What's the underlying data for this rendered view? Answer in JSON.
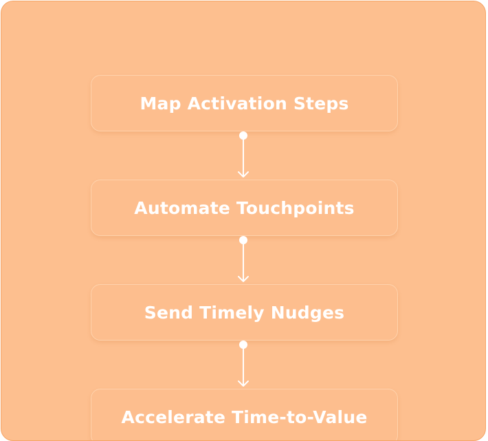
{
  "flow": {
    "steps": [
      {
        "label": "Map Activation Steps"
      },
      {
        "label": "Automate Touchpoints"
      },
      {
        "label": "Send Timely Nudges"
      },
      {
        "label": "Accelerate Time-to-Value"
      }
    ]
  },
  "colors": {
    "background": "#fdbf8f",
    "border": "#f5a466",
    "node_border": "#ffd3ad",
    "text": "#ffffff"
  }
}
